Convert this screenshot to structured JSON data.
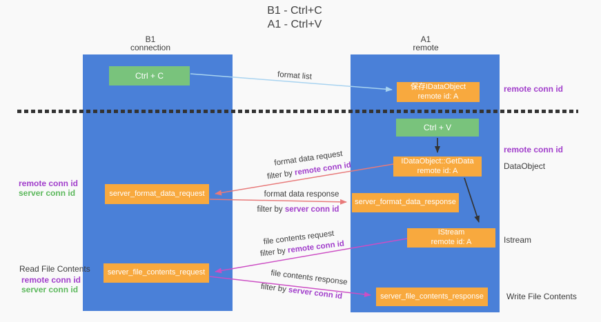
{
  "title": {
    "line1": "B1 - Ctrl+C",
    "line2": "A1 - Ctrl+V"
  },
  "columns": {
    "left": {
      "name_line": "B1",
      "sub_line": "connection"
    },
    "right": {
      "name_line": "A1",
      "sub_line": "remote"
    }
  },
  "nodes": {
    "ctrl_c": "Ctrl + C",
    "ctrl_v": "Ctrl + V",
    "cache_idataobject": {
      "line1": "保存IDataObject",
      "line2": "remote id: A"
    },
    "idataobject_getdata": {
      "line1": "IDataObject::GetData",
      "line2": "remote id: A"
    },
    "istream": {
      "line1": "IStream",
      "line2": "remote id: A"
    },
    "server_format_data_request": "server_format_data_request",
    "server_format_data_response": "server_format_data_response",
    "server_file_contents_request": "server_file_contents_request",
    "server_file_contents_response": "server_file_contents_response"
  },
  "arrow_labels": {
    "format_list": "format list",
    "format_data_request": "format data request",
    "format_data_response": "format data response",
    "file_contents_request": "file contents request",
    "file_contents_response": "file contents response",
    "filter_prefix": "filter by ",
    "remote_conn_id": "remote conn id",
    "server_conn_id": "server conn id"
  },
  "side_labels": {
    "remote_conn_id": "remote conn id",
    "server_conn_id": "server conn id",
    "read_file_contents": "Read File Contents",
    "write_file_contents": "Write File Contents",
    "dataobject": "DataObject",
    "istream": "Istream"
  },
  "colors": {
    "column_blue": "#4a80d8",
    "node_orange": "#f8a93e",
    "node_green": "#79c37c",
    "arrow_red": "#e87a7a",
    "arrow_magenta": "#cc4ec4",
    "arrow_light_blue": "#a8d3f0",
    "arrow_black": "#333333",
    "text_purple": "#a13ecb",
    "text_green": "#5cb85c"
  }
}
